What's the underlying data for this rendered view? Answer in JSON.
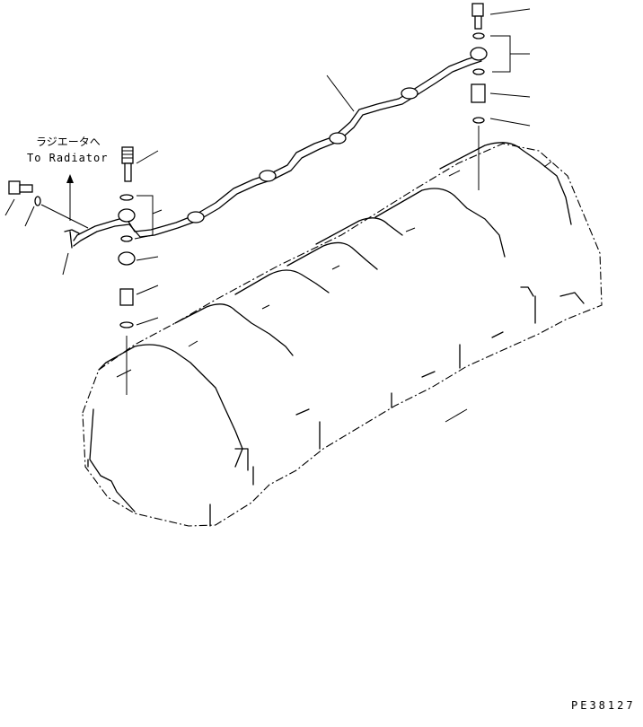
{
  "annotations": {
    "to_radiator_jp": "ラジエータへ",
    "to_radiator_en": "To Radiator",
    "drawing_code": "PE38127"
  }
}
